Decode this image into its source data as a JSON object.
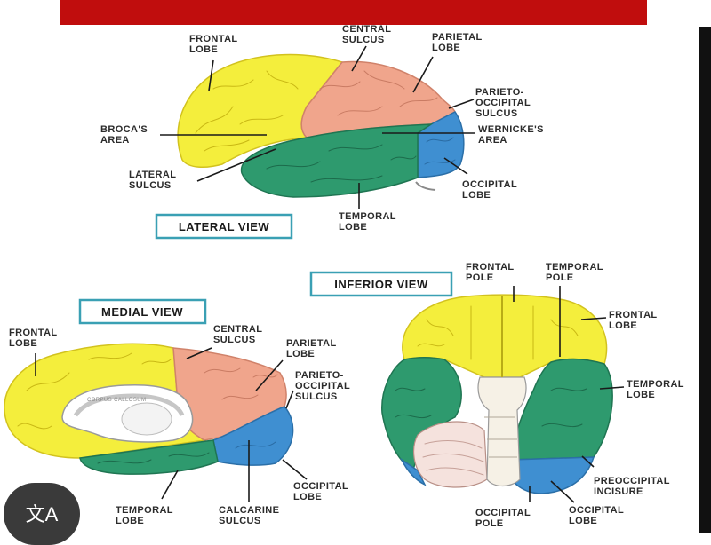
{
  "views": {
    "lateral": {
      "title": "LATERAL VIEW",
      "labels": {
        "frontal_lobe": [
          "FRONTAL",
          "LOBE"
        ],
        "central_sulcus": [
          "CENTRAL",
          "SULCUS"
        ],
        "parietal_lobe": [
          "PARIETAL",
          "LOBE"
        ],
        "parieto_occipital_sulcus": [
          "PARIETO-",
          "OCCIPITAL",
          "SULCUS"
        ],
        "brocas_area": [
          "BROCA'S",
          "AREA"
        ],
        "wernickes_area": [
          "WERNICKE'S",
          "AREA"
        ],
        "lateral_sulcus": [
          "LATERAL",
          "SULCUS"
        ],
        "occipital_lobe": [
          "OCCIPITAL",
          "LOBE"
        ],
        "temporal_lobe": [
          "TEMPORAL",
          "LOBE"
        ]
      }
    },
    "medial": {
      "title": "MEDIAL VIEW",
      "labels": {
        "frontal_lobe": [
          "FRONTAL",
          "LOBE"
        ],
        "central_sulcus": [
          "CENTRAL",
          "SULCUS"
        ],
        "parietal_lobe": [
          "PARIETAL",
          "LOBE"
        ],
        "parieto_occipital_sulcus": [
          "PARIETO-",
          "OCCIPITAL",
          "SULCUS"
        ],
        "occipital_lobe": [
          "OCCIPITAL",
          "LOBE"
        ],
        "temporal_lobe": [
          "TEMPORAL",
          "LOBE"
        ],
        "calcarine_sulcus": [
          "CALCARINE",
          "SULCUS"
        ],
        "corpus_callosum": "CORPUS CALLOSUM"
      }
    },
    "inferior": {
      "title": "INFERIOR VIEW",
      "labels": {
        "frontal_pole": [
          "FRONTAL",
          "POLE"
        ],
        "temporal_pole": [
          "TEMPORAL",
          "POLE"
        ],
        "frontal_lobe": [
          "FRONTAL",
          "LOBE"
        ],
        "temporal_lobe": [
          "TEMPORAL",
          "LOBE"
        ],
        "preoccipital_incisure": [
          "PREOCCIPITAL",
          "INCISURE"
        ],
        "occipital_pole": [
          "OCCIPITAL",
          "POLE"
        ],
        "occipital_lobe": [
          "OCCIPITAL",
          "LOBE"
        ]
      }
    }
  },
  "colors": {
    "frontal": "#f4ee3c",
    "parietal": "#f0a58c",
    "temporal": "#2e9a6e",
    "occipital": "#3f8fd1",
    "banner": "#c00d0d",
    "view_box_border": "#3aa0b4"
  },
  "overlay": {
    "translate_icon": "translate-icon",
    "translate_glyph": "文A"
  }
}
